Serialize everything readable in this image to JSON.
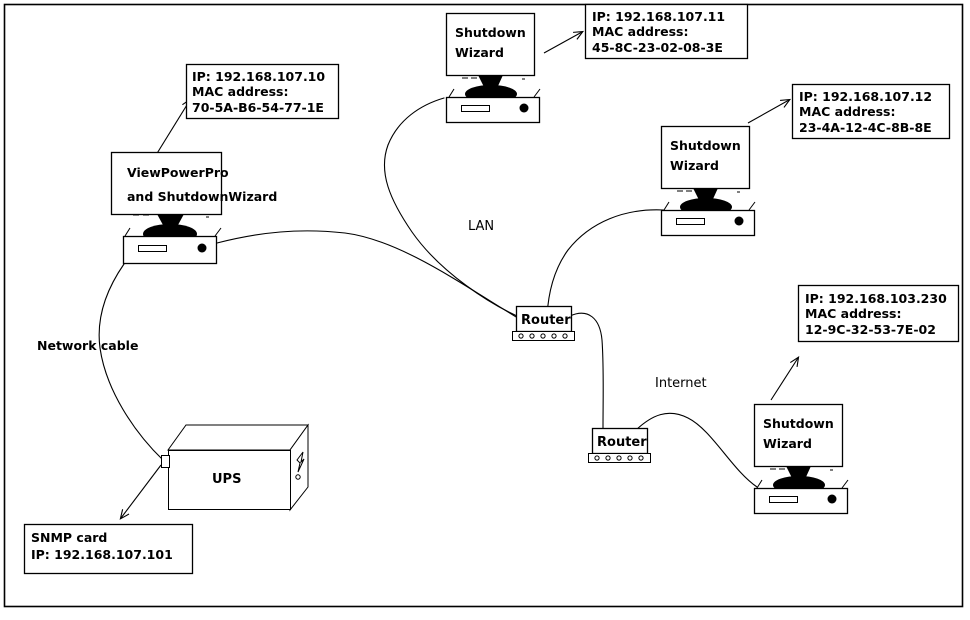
{
  "diagram": {
    "title": "Network topology with ViewPowerPro, ShutdownWizard clients, routers and UPS",
    "border_color": "#000000",
    "background": "#ffffff",
    "line_color": "#000000"
  },
  "devices": {
    "workstation_main": {
      "screen_line1": "ViewPowerPro",
      "screen_line2": "and ShutdownWizard"
    },
    "client_top": {
      "screen_line1": "Shutdown",
      "screen_line2": "Wizard"
    },
    "client_right": {
      "screen_line1": "Shutdown",
      "screen_line2": "Wizard"
    },
    "client_bottom": {
      "screen_line1": "Shutdown",
      "screen_line2": "Wizard"
    },
    "router_lan": {
      "label": "Router"
    },
    "router_internet": {
      "label": "Router"
    },
    "ups": {
      "label": "UPS"
    }
  },
  "callouts": {
    "workstation_main": {
      "line1": "IP: 192.168.107.10",
      "line2": "MAC address:",
      "line3": "70-5A-B6-54-77-1E"
    },
    "client_top": {
      "line1": "IP: 192.168.107.11",
      "line2": "MAC address:",
      "line3": "45-8C-23-02-08-3E"
    },
    "client_right": {
      "line1": "IP: 192.168.107.12",
      "line2": "MAC address:",
      "line3": "23-4A-12-4C-8B-8E"
    },
    "client_bottom": {
      "line1": "IP: 192.168.103.230",
      "line2": "MAC address:",
      "line3": "12-9C-32-53-7E-02"
    },
    "snmp_card": {
      "line1": "SNMP card",
      "line2": "IP: 192.168.107.101"
    }
  },
  "link_labels": {
    "lan": "LAN",
    "internet": "Internet",
    "network_cable": "Network cable"
  }
}
